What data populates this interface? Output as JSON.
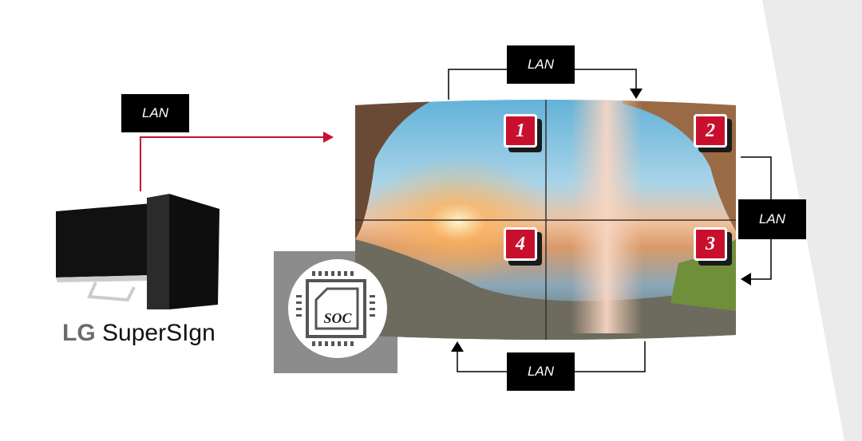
{
  "lan_labels": {
    "top": "LAN",
    "left": "LAN",
    "right": "LAN",
    "bottom": "LAN"
  },
  "badges": [
    "1",
    "2",
    "3",
    "4"
  ],
  "soc_label": "SOC",
  "brand": {
    "lg": "LG",
    "product": "SuperSIgn"
  },
  "colors": {
    "accent": "#c8102e",
    "label_bg": "#000000",
    "soc_box": "#8c8c8c"
  }
}
